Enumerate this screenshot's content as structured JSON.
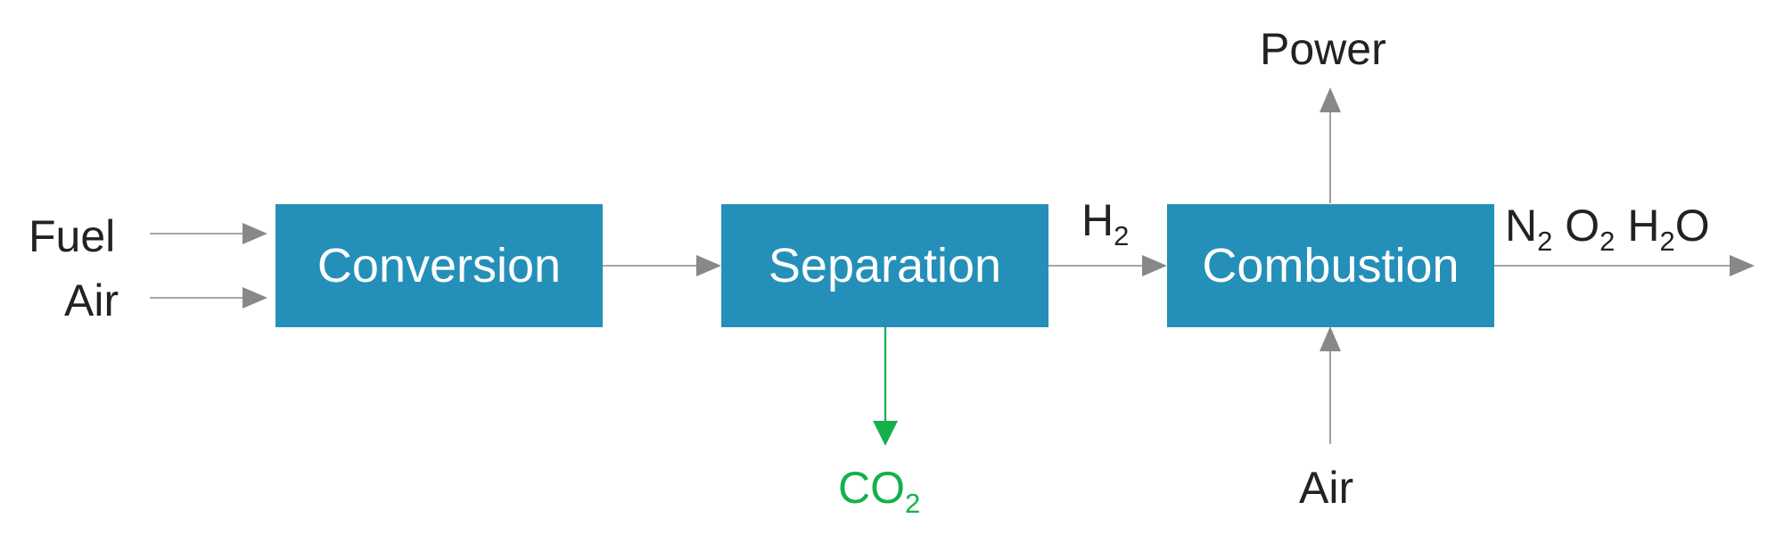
{
  "colors": {
    "box_fill": "#2490b9",
    "box_text": "#ffffff",
    "label_text": "#222222",
    "co2": "#14b14b",
    "arrow": "#888888"
  },
  "boxes": {
    "conversion": "Conversion",
    "separation": "Separation",
    "combustion": "Combustion"
  },
  "labels": {
    "fuel": "Fuel",
    "air_in": "Air",
    "h2_base": "H",
    "h2_sub": "2",
    "power": "Power",
    "air_bottom": "Air",
    "co2_base": "CO",
    "co2_sub": "2",
    "n2_base": "N",
    "n2_sub": "2",
    "o2_base": "O",
    "o2_sub": "2",
    "h2o_base": "H",
    "h2o_sub": "2",
    "h2o_tail": "O"
  }
}
